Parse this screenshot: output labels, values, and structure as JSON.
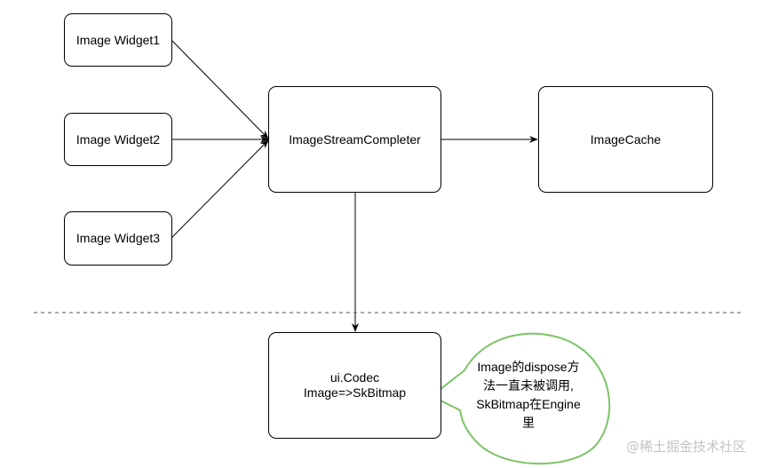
{
  "nodes": {
    "widget1": "Image Widget1",
    "widget2": "Image Widget2",
    "widget3": "Image Widget3",
    "completer": "ImageStreamCompleter",
    "cache": "ImageCache",
    "codec_line1": "ui.Codec",
    "codec_line2": "Image=>SkBitmap"
  },
  "callout": {
    "line1": "Image的dispose方",
    "line2": "法一直未被调用,",
    "line3": "SkBitmap在Engine",
    "line4": "里",
    "border_color": "#7cc466"
  },
  "watermark": "@稀土掘金技术社区"
}
